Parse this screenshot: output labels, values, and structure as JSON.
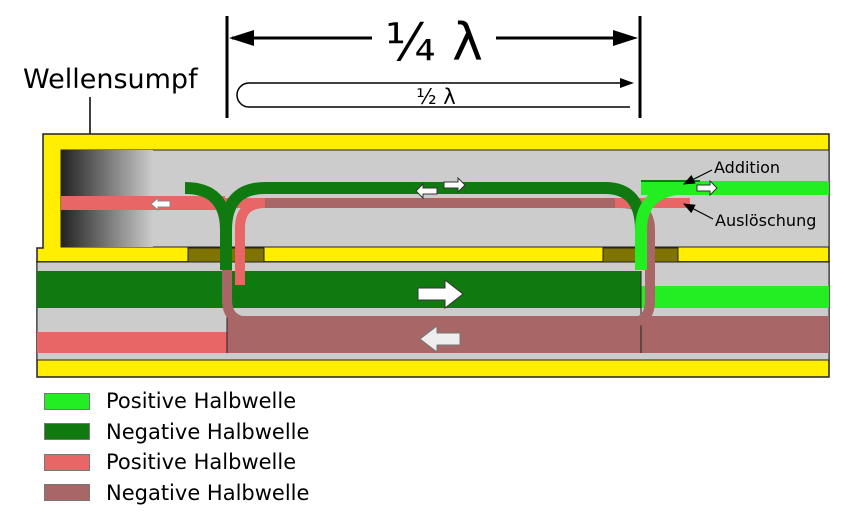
{
  "labels": {
    "quarter_wavelength": "¼ λ",
    "half_wavelength": "½ λ",
    "wave_sump": "Wellensumpf",
    "addition": "Addition",
    "cancellation": "Auslöschung"
  },
  "legend": [
    {
      "label": "Positive Halbwelle",
      "color": "#22ee22"
    },
    {
      "label": "Negative Halbwelle",
      "color": "#107a10"
    },
    {
      "label": "Positive Halbwelle",
      "color": "#e86666"
    },
    {
      "label": "Negative Halbwelle",
      "color": "#a86666"
    }
  ],
  "colors": {
    "housing": "#ffee00",
    "channel": "#cccccc",
    "coupling_slot": "#807400"
  }
}
